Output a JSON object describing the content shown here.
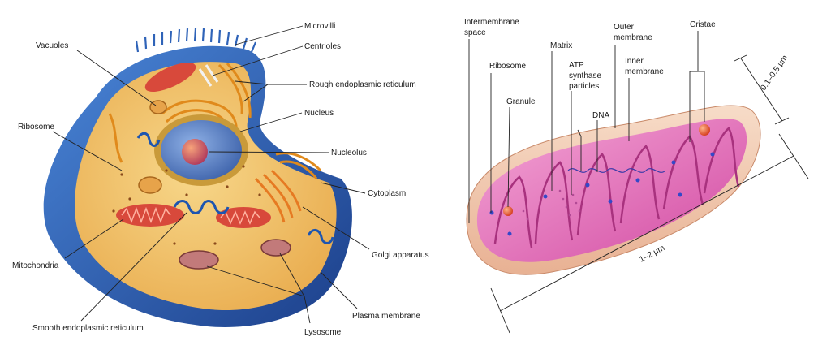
{
  "cell": {
    "labels": {
      "microvilli": "Microvilli",
      "vacuoles": "Vacuoles",
      "centrioles": "Centrioles",
      "rough_er": "Rough endoplasmic reticulum",
      "ribosome": "Ribosome",
      "nucleus": "Nucleus",
      "nucleolus": "Nucleolus",
      "cytoplasm": "Cytoplasm",
      "mitochondria": "Mitochondria",
      "golgi": "Golgi apparatus",
      "smooth_er": "Smooth endoplasmic reticulum",
      "plasma_membrane": "Plasma membrane",
      "lysosome": "Lysosome"
    }
  },
  "mito": {
    "labels": {
      "intermembrane_1": "Intermembrane",
      "intermembrane_2": "space",
      "matrix": "Matrix",
      "outer_1": "Outer",
      "outer_2": "membrane",
      "cristae": "Cristae",
      "ribosome": "Ribosome",
      "atp_1": "ATP",
      "atp_2": "synthase",
      "atp_3": "particles",
      "inner_1": "Inner",
      "inner_2": "membrane",
      "granule": "Granule",
      "dna": "DNA",
      "width_dim": "0.1–0.5 μm",
      "length_dim": "1–2 μm"
    }
  },
  "colors": {
    "membrane_blue": "#2f63b8",
    "cytoplasm_yellow": "#f2c25a",
    "mito_pink": "#e46bb6",
    "mito_outer": "#f3c9b2",
    "organelle_red": "#d8493b"
  }
}
